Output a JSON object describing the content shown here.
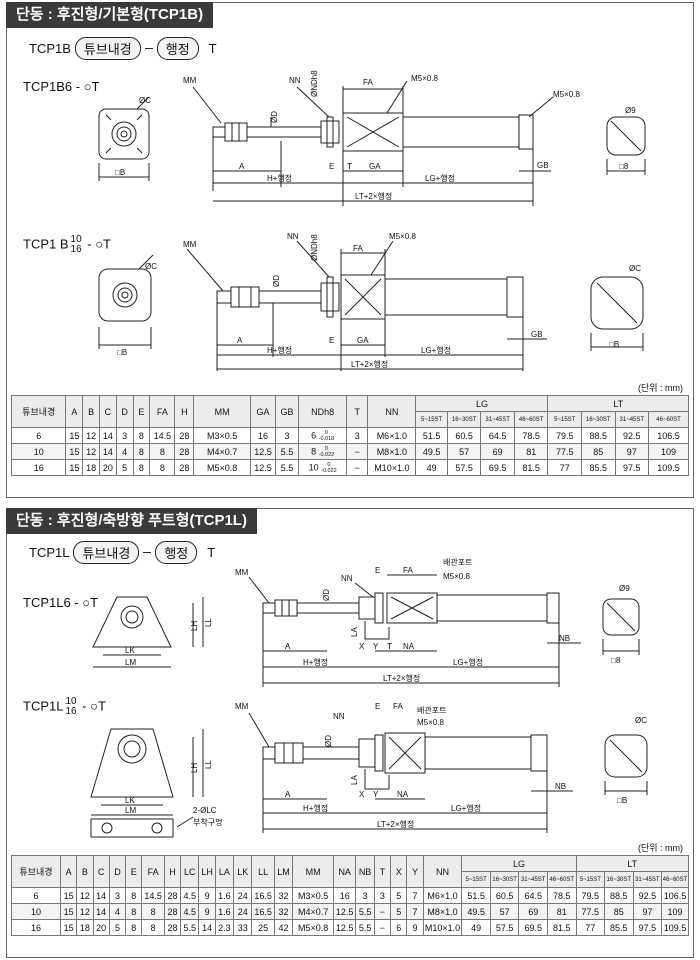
{
  "sec1": {
    "title": "단동 : 후진형/기본형(TCP1B)",
    "model": {
      "prefix": "TCP1B",
      "pill1": "튜브내경",
      "pill2": "행정",
      "suffix": "T"
    },
    "variant1": "TCP1B6 - ○T",
    "variant2": {
      "a": "TCP1 B",
      "top": "10",
      "bottom": "16",
      "b": " - ○T"
    },
    "labels": {
      "MM": "MM",
      "NN": "NN",
      "NDh8": "ØNDh8",
      "FA": "FA",
      "M5": "M5×0.8",
      "M5b": "M5×0.8",
      "D": "ØD",
      "C": "ØC",
      "C9": "Ø9",
      "B": "□B",
      "B8": "□8",
      "A": "A",
      "E": "E",
      "T": "T",
      "GA": "GA",
      "GB": "GB",
      "H": "H+행정",
      "LG": "LG+행정",
      "LT": "LT+2×행정"
    },
    "unit": "(단위 : mm)",
    "table": {
      "head": [
        "튜브내경",
        "A",
        "B",
        "C",
        "D",
        "E",
        "FA",
        "H",
        "MM",
        "GA",
        "GB",
        "NDh8",
        "T",
        "NN",
        "LG",
        "LT"
      ],
      "sub": [
        "5~15ST",
        "16~30ST",
        "31~45ST",
        "46~60ST",
        "5~15ST",
        "16~30ST",
        "31~45ST",
        "46~60ST"
      ],
      "tol_top": "0",
      "rows": [
        {
          "c": [
            "6",
            "15",
            "12",
            "14",
            "3",
            "8",
            "14.5",
            "28",
            "M3×0.5",
            "16",
            "3"
          ],
          "nd": "6",
          "tol": "-0.018",
          "t": "3",
          "nn": "M6×1.0",
          "lg": [
            "51.5",
            "60.5",
            "64.5",
            "78.5"
          ],
          "lt": [
            "79.5",
            "88.5",
            "92.5",
            "106.5"
          ]
        },
        {
          "c": [
            "10",
            "15",
            "12",
            "14",
            "4",
            "8",
            "8",
            "28",
            "M4×0.7",
            "12.5",
            "5.5"
          ],
          "nd": "8",
          "tol": "-0.022",
          "t": "−",
          "nn": "M8×1.0",
          "lg": [
            "49.5",
            "57",
            "69",
            "81"
          ],
          "lt": [
            "77.5",
            "85",
            "97",
            "109"
          ]
        },
        {
          "c": [
            "16",
            "15",
            "18",
            "20",
            "5",
            "8",
            "8",
            "28",
            "M5×0.8",
            "12.5",
            "5.5"
          ],
          "nd": "10",
          "tol": "-0.022",
          "t": "−",
          "nn": "M10×1.0",
          "lg": [
            "49",
            "57.5",
            "69.5",
            "81.5"
          ],
          "lt": [
            "77",
            "85.5",
            "97.5",
            "109.5"
          ]
        }
      ]
    }
  },
  "sec2": {
    "title": "단동 : 후진형/축방향 푸트형(TCP1L)",
    "model": {
      "prefix": "TCP1L",
      "pill1": "튜브내경",
      "pill2": "행정",
      "suffix": "T"
    },
    "variant1": "TCP1L6 - ○T",
    "variant2": {
      "a": "TCP1L",
      "top": "10",
      "bottom": "16",
      "b": " - ○T"
    },
    "labels": {
      "MM": "MM",
      "NN": "NN",
      "E": "E",
      "FA": "FA",
      "port": "배관포트",
      "M5": "M5×0.8",
      "D": "ØD",
      "C9": "Ø9",
      "C": "ØC",
      "B8": "□8",
      "B": "□B",
      "LH": "LH",
      "LL": "LL",
      "LK": "LK",
      "LM": "LM",
      "A": "A",
      "LA": "LA",
      "X": "X",
      "Y": "Y",
      "T": "T",
      "NA": "NA",
      "NB": "NB",
      "H": "H+행정",
      "LG": "LG+행정",
      "LT": "LT+2×행정",
      "LC": "2-ØLC",
      "hole": "부착구멍"
    },
    "unit": "(단위 : mm)",
    "table": {
      "head": [
        "튜브내경",
        "A",
        "B",
        "C",
        "D",
        "E",
        "FA",
        "H",
        "LC",
        "LH",
        "LA",
        "LK",
        "LL",
        "LM",
        "MM",
        "NA",
        "NB",
        "T",
        "X",
        "Y",
        "NN",
        "LG",
        "LT"
      ],
      "sub": [
        "5~15ST",
        "16~30ST",
        "31~45ST",
        "46~60ST",
        "5~15ST",
        "16~30ST",
        "31~45ST",
        "46~60ST"
      ],
      "rows": [
        {
          "c": [
            "6",
            "15",
            "12",
            "14",
            "3",
            "8",
            "14.5",
            "28",
            "4.5",
            "9",
            "1.6",
            "24",
            "16.5",
            "32",
            "M3×0.5",
            "16",
            "3",
            "3",
            "5",
            "7",
            "M6×1.0"
          ],
          "lg": [
            "51.5",
            "60.5",
            "64.5",
            "78.5"
          ],
          "lt": [
            "79.5",
            "88.5",
            "92.5",
            "106.5"
          ]
        },
        {
          "c": [
            "10",
            "15",
            "12",
            "14",
            "4",
            "8",
            "8",
            "28",
            "4.5",
            "9",
            "1.6",
            "24",
            "16.5",
            "32",
            "M4×0.7",
            "12.5",
            "5.5",
            "−",
            "5",
            "7",
            "M8×1.0"
          ],
          "lg": [
            "49.5",
            "57",
            "69",
            "81"
          ],
          "lt": [
            "77.5",
            "85",
            "97",
            "109"
          ]
        },
        {
          "c": [
            "16",
            "15",
            "18",
            "20",
            "5",
            "8",
            "8",
            "28",
            "5.5",
            "14",
            "2.3",
            "33",
            "25",
            "42",
            "M5×0.8",
            "12.5",
            "5.5",
            "−",
            "6",
            "9",
            "M10×1.0"
          ],
          "lg": [
            "49",
            "57.5",
            "69.5",
            "81.5"
          ],
          "lt": [
            "77",
            "85.5",
            "97.5",
            "109.5"
          ]
        }
      ]
    }
  }
}
